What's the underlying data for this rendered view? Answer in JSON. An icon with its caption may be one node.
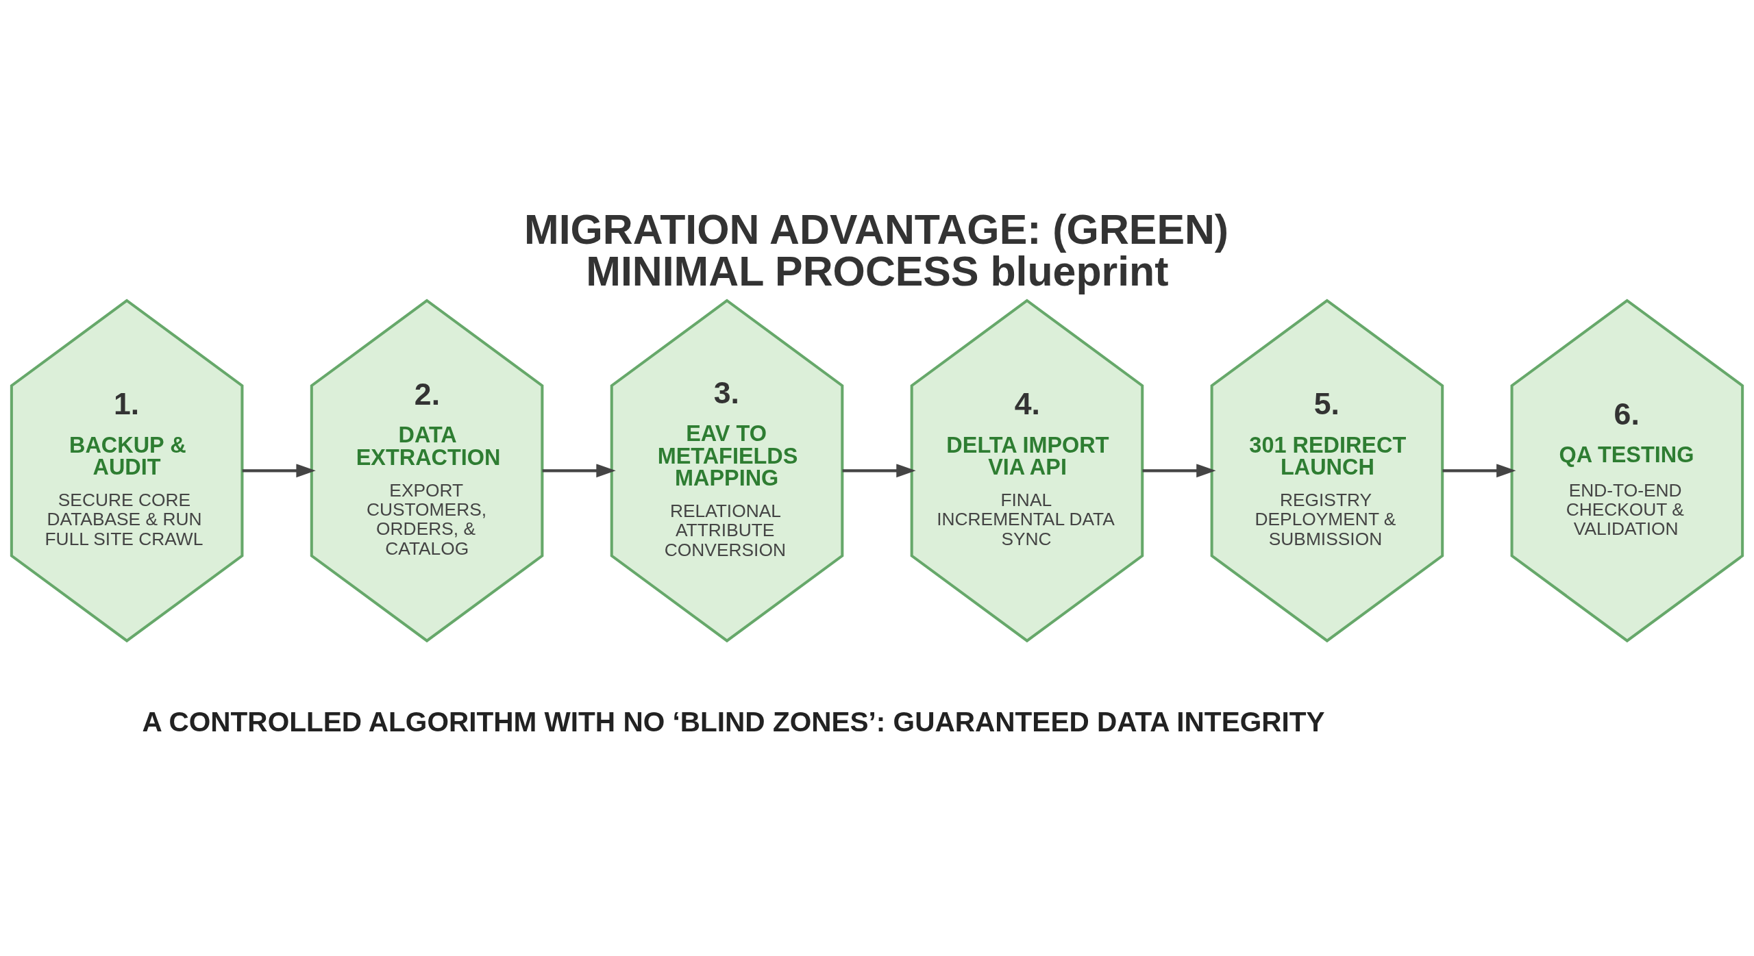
{
  "diagram": {
    "title": "MIGRATION ADVANTAGE: (GREEN) MINIMAL PROCESS blueprint",
    "nodes": [
      {
        "text": [
          "1.",
          "BACKUP & AUDIT",
          "SECURE CORE DATABASE & RUN FULL SITE CRAWL"
        ]
      },
      {
        "text": [
          "2.",
          "DATA EXTRACTION",
          "EXPORT CUSTOMERS, ORDERS, & CATALOG"
        ]
      },
      {
        "text": [
          "3.",
          "EAV TO METAFIELDS MAPPING",
          "RELATIONAL ATTRIBUTE CONVERSION"
        ]
      },
      {
        "text": [
          "4.",
          "DELTA IMPORT VIA API",
          "FINAL INCREMENTAL DATA SYNC"
        ]
      },
      {
        "text": [
          "5.",
          "301 REDIRECT LAUNCH",
          "REGISTRY DEPLOYMENT & SUBMISSION"
        ]
      },
      {
        "text": [
          "6.",
          "QA TESTING",
          "END-TO-END CHECKOUT & VALIDATION"
        ]
      }
    ],
    "edges": [
      {
        "from": 0,
        "to": 1,
        "arrow": "to"
      },
      {
        "from": 1,
        "to": 2,
        "arrow": "to"
      },
      {
        "from": 2,
        "to": 3,
        "arrow": "to"
      },
      {
        "from": 3,
        "to": 4,
        "arrow": "to"
      },
      {
        "from": 4,
        "to": 5,
        "arrow": "to"
      }
    ],
    "labels": [
      "A CONTROLLED ALGORITHM WITH NO ‘BLIND ZONES’: GUARANTEED DATA INTEGRITY"
    ]
  }
}
